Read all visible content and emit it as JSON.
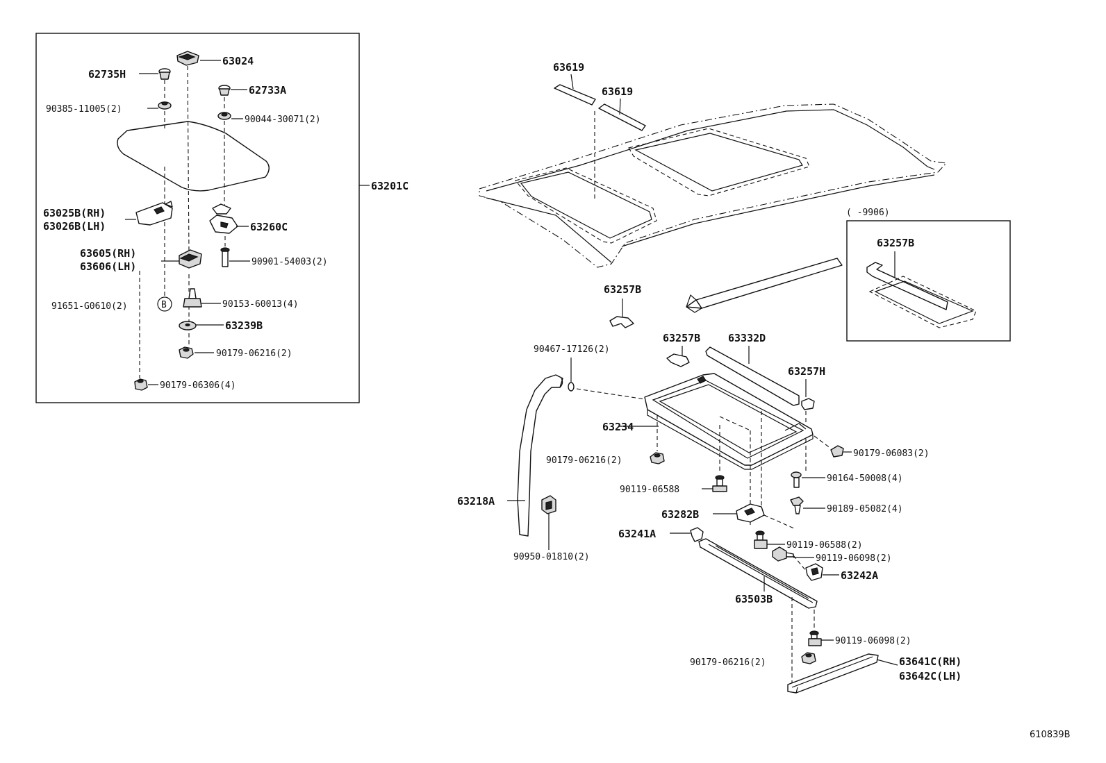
{
  "diagram_id": "610839B",
  "inset_date": "(      -9906)",
  "labels": {
    "p63024": "63024",
    "p62735H": "62735H",
    "p62733A": "62733A",
    "p90385": "90385-11005(2)",
    "p90044": "90044-30071(2)",
    "p63201C": "63201C",
    "p63025B": "63025B(RH)",
    "p63026B": "63026B(LH)",
    "p63260C": "63260C",
    "p63605": "63605(RH)",
    "p63606": "63606(LH)",
    "p90901": "90901-54003(2)",
    "p91651": "91651-G0610(2)",
    "b_marker": "B",
    "p90153": "90153-60013(4)",
    "p63239B": "63239B",
    "p90179_06216_a": "90179-06216(2)",
    "p90179_06306": "90179-06306(4)",
    "p63619_a": "63619",
    "p63619_b": "63619",
    "p63257B_inset": "63257B",
    "p63257B_a": "63257B",
    "p90467": "90467-17126(2)",
    "p63257B_b": "63257B",
    "p63332D": "63332D",
    "p63257H": "63257H",
    "p63234": "63234",
    "p90179_06083": "90179-06083(2)",
    "p90179_06216_b": "90179-06216(2)",
    "p90164": "90164-50008(4)",
    "p90119_06588_a": "90119-06588",
    "p90189": "90189-05082(4)",
    "p63218A": "63218A",
    "p63282B": "63282B",
    "p63241A": "63241A",
    "p90119_06588_b": "90119-06588(2)",
    "p90119_06098_a": "90119-06098(2)",
    "p90950": "90950-01810(2)",
    "p63242A": "63242A",
    "p63503B": "63503B",
    "p90119_06098_b": "90119-06098(2)",
    "p90179_06216_c": "90179-06216(2)",
    "p63641C": "63641C(RH)",
    "p63642C": "63642C(LH)"
  }
}
